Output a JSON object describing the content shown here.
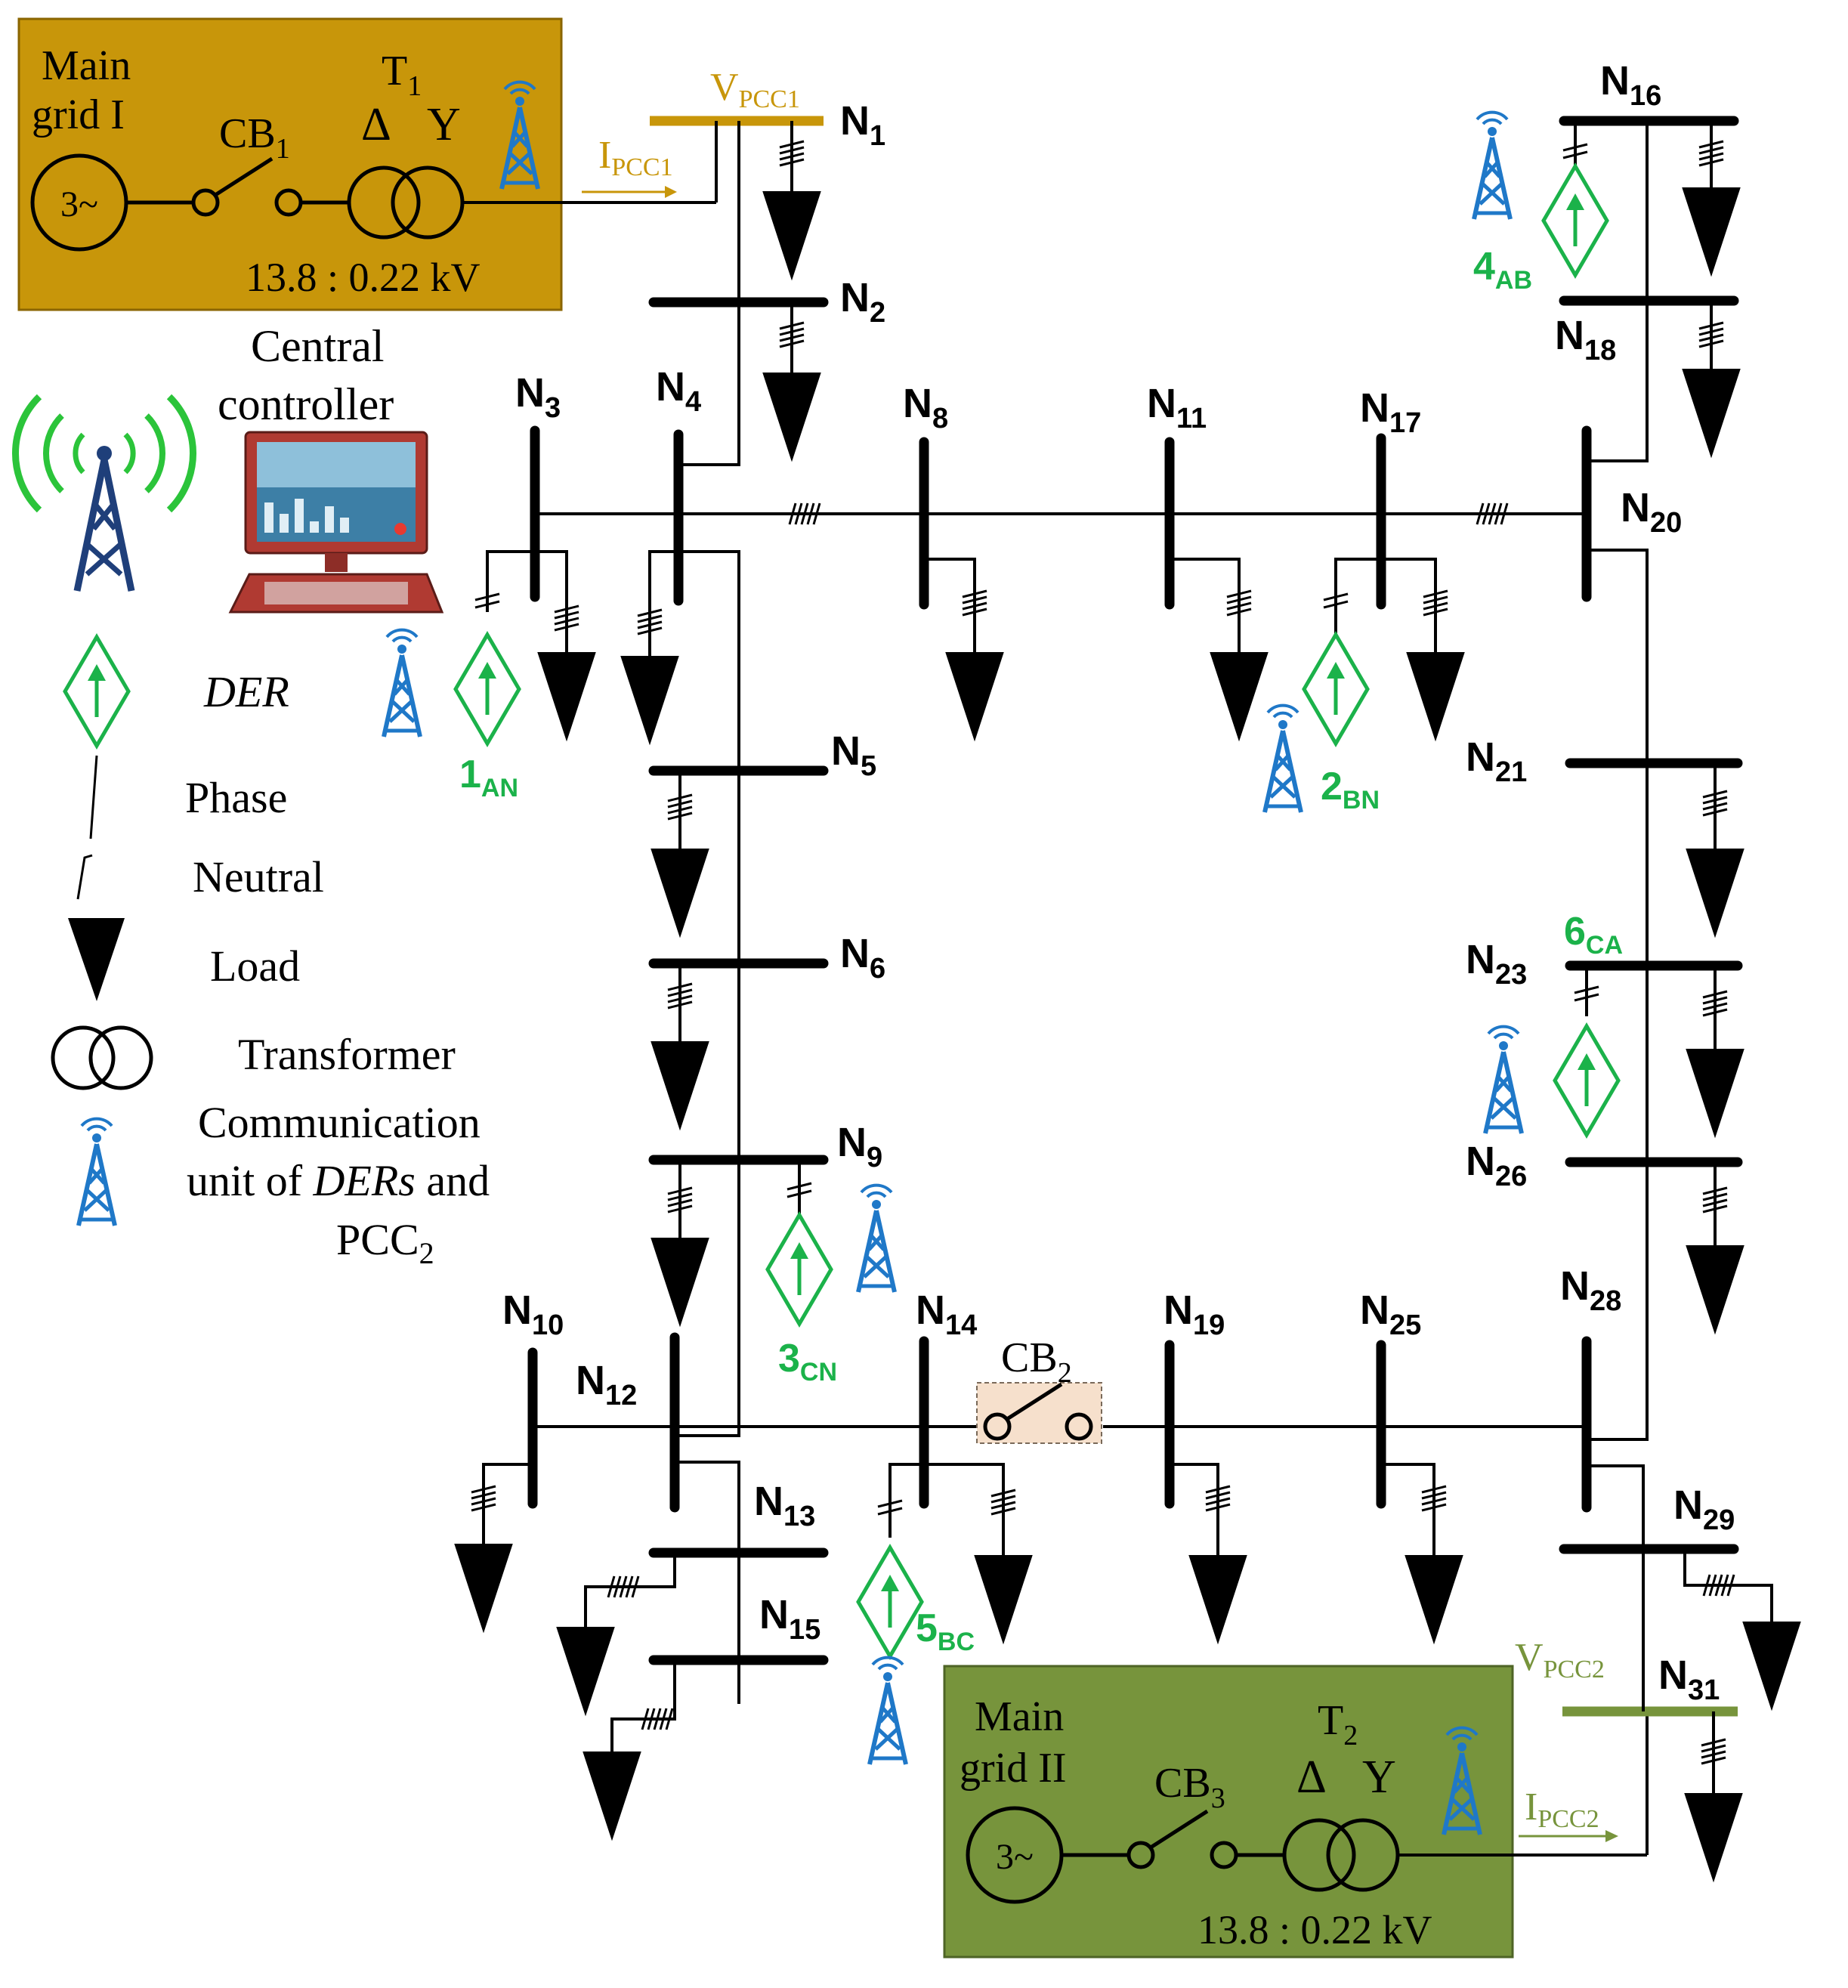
{
  "colors": {
    "grid1_fill": "#c8960a",
    "grid2_fill": "#77943c",
    "pcc1_color": "#c8960a",
    "pcc2_color": "#77943c",
    "der_green": "#1bb24a",
    "comm_blue": "#1f78c8",
    "central_tower_green": "#2bc43a",
    "central_tower_navy": "#1f3f7a",
    "cb2_fill": "#f6e0cc",
    "monitor_red": "#b03a32"
  },
  "grid1": {
    "title_line1": "Main",
    "title_line2": "grid I",
    "source": "3~",
    "cb": "CB",
    "cb_sub": "1",
    "transformer": "T",
    "transformer_sub": "1",
    "delta": "Δ",
    "wye": "Y",
    "rating": "13.8 : 0.22 kV"
  },
  "grid2": {
    "title_line1": "Main",
    "title_line2": "grid II",
    "source": "3~",
    "cb": "CB",
    "cb_sub": "3",
    "transformer": "T",
    "transformer_sub": "2",
    "delta": "Δ",
    "wye": "Y",
    "rating": "13.8 : 0.22 kV"
  },
  "pcc1": {
    "v": "V",
    "v_sub": "PCC1",
    "i": "I",
    "i_sub": "PCC1"
  },
  "pcc2": {
    "v": "V",
    "v_sub": "PCC2",
    "i": "I",
    "i_sub": "PCC2"
  },
  "cb2": {
    "label": "CB",
    "sub": "2"
  },
  "central": {
    "line1": "Central",
    "line2": "controller"
  },
  "legend": {
    "der": "DER",
    "phase": "Phase",
    "neutral": "Neutral",
    "load": "Load",
    "transformer": "Transformer",
    "comm_line1": "Communication",
    "comm_line2_pre": "unit of ",
    "comm_line2_ital": "DERs",
    "comm_line2_post": " and",
    "comm_line3": "PCC",
    "comm_line3_sub": "2"
  },
  "nodes": {
    "n1": {
      "b": "N",
      "s": "1"
    },
    "n2": {
      "b": "N",
      "s": "2"
    },
    "n3": {
      "b": "N",
      "s": "3"
    },
    "n4": {
      "b": "N",
      "s": "4"
    },
    "n5": {
      "b": "N",
      "s": "5"
    },
    "n6": {
      "b": "N",
      "s": "6"
    },
    "n8": {
      "b": "N",
      "s": "8"
    },
    "n9": {
      "b": "N",
      "s": "9"
    },
    "n10": {
      "b": "N",
      "s": "10"
    },
    "n11": {
      "b": "N",
      "s": "11"
    },
    "n12": {
      "b": "N",
      "s": "12"
    },
    "n13": {
      "b": "N",
      "s": "13"
    },
    "n14": {
      "b": "N",
      "s": "14"
    },
    "n15": {
      "b": "N",
      "s": "15"
    },
    "n16": {
      "b": "N",
      "s": "16"
    },
    "n17": {
      "b": "N",
      "s": "17"
    },
    "n18": {
      "b": "N",
      "s": "18"
    },
    "n19": {
      "b": "N",
      "s": "19"
    },
    "n20": {
      "b": "N",
      "s": "20"
    },
    "n21": {
      "b": "N",
      "s": "21"
    },
    "n23": {
      "b": "N",
      "s": "23"
    },
    "n25": {
      "b": "N",
      "s": "25"
    },
    "n26": {
      "b": "N",
      "s": "26"
    },
    "n28": {
      "b": "N",
      "s": "28"
    },
    "n29": {
      "b": "N",
      "s": "29"
    },
    "n31": {
      "b": "N",
      "s": "31"
    }
  },
  "ders": {
    "der1": {
      "n": "1",
      "s": "AN"
    },
    "der2": {
      "n": "2",
      "s": "BN"
    },
    "der3": {
      "n": "3",
      "s": "CN"
    },
    "der4": {
      "n": "4",
      "s": "AB"
    },
    "der5": {
      "n": "5",
      "s": "BC"
    },
    "der6": {
      "n": "6",
      "s": "CA"
    }
  }
}
